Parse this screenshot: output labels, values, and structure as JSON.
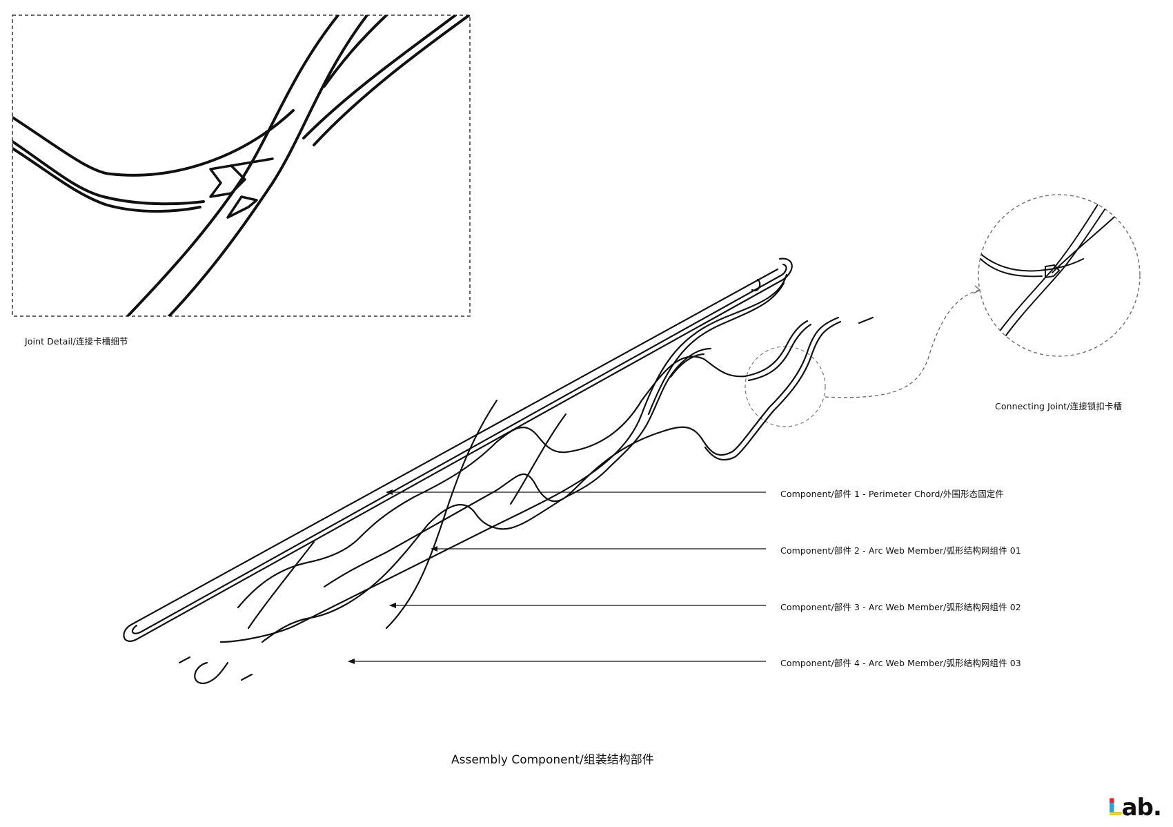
{
  "detail": {
    "label": "Joint Detail/连接卡槽细节"
  },
  "connecting_joint": {
    "label": "Connecting Joint/连接锁扣卡槽"
  },
  "components": [
    {
      "label": "Component/部件 1 - Perimeter Chord/外围形态固定件"
    },
    {
      "label": "Component/部件 2 - Arc Web Member/弧形结构网组件 01"
    },
    {
      "label": "Component/部件 3 - Arc Web Member/弧形结构网组件 02"
    },
    {
      "label": "Component/部件 4 - Arc Web Member/弧形结构网组件 03"
    }
  ],
  "assembly": {
    "title": "Assembly Component/组装结构部件"
  },
  "logo": {
    "text": "Lab.",
    "colors": [
      "#e8262d",
      "#1fa7e1",
      "#ffd200",
      "#111111"
    ]
  }
}
